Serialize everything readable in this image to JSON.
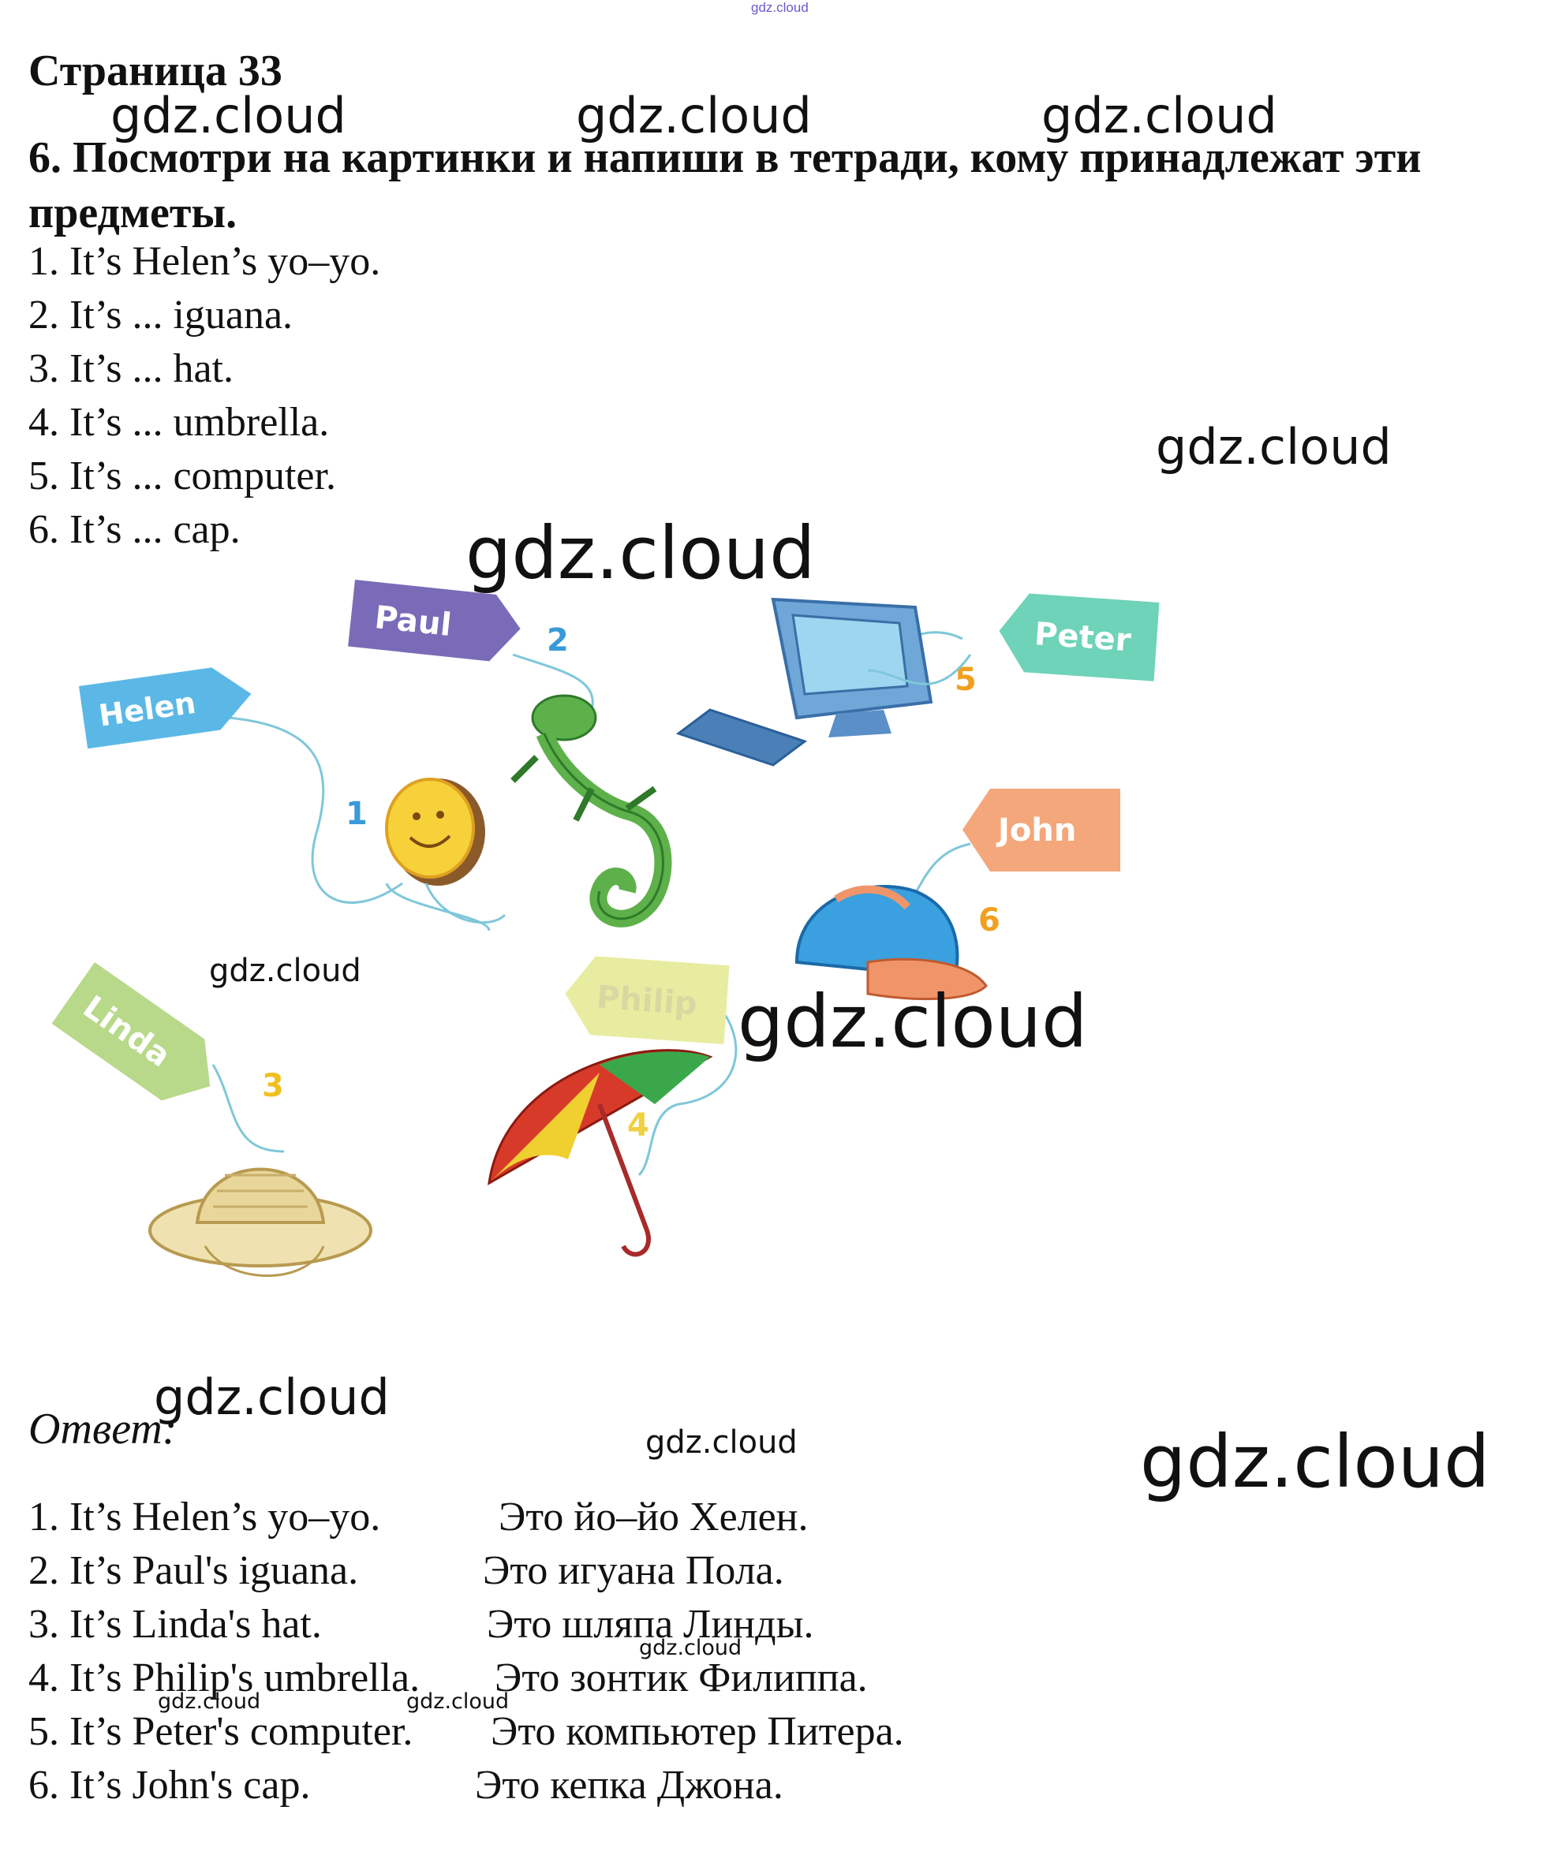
{
  "top_watermark": "gdz.cloud",
  "page_title": "Страница 33",
  "task": {
    "line1": "6. Посмотри на картинки и напиши в тетради, кому принадлежат эти",
    "line2": "предметы."
  },
  "exercise": [
    "1. It’s Helen’s yo–yo.",
    "2. It’s ... iguana.",
    "3. It’s ... hat.",
    "4. It’s ... umbrella.",
    "5. It’s ... computer.",
    "6. It’s ... cap."
  ],
  "illustration": {
    "tags": [
      {
        "name": "Helen",
        "number": "1",
        "color": "#5bb8e6",
        "number_color": "#3a9ad9"
      },
      {
        "name": "Paul",
        "number": "2",
        "color": "#7a6bb8",
        "number_color": "#3a9ad9"
      },
      {
        "name": "Linda",
        "number": "3",
        "color": "#b8d98a",
        "number_color": "#f0c020"
      },
      {
        "name": "Philip",
        "number": "4",
        "color": "#e8eca0",
        "number_color": "#f0d040"
      },
      {
        "name": "Peter",
        "number": "5",
        "color": "#6ed3b8",
        "number_color": "#f0a020"
      },
      {
        "name": "John",
        "number": "6",
        "color": "#f4a77a",
        "number_color": "#f0a020"
      }
    ],
    "objects": [
      "yo-yo",
      "iguana",
      "hat",
      "umbrella",
      "computer",
      "cap"
    ]
  },
  "answer_label": "Ответ:",
  "answers": [
    {
      "en": "1. It’s Helen’s yo–yo.",
      "ru": "Это йо–йо Хелен."
    },
    {
      "en": "2. It’s Paul's iguana.",
      "ru": "Это игуана Пола."
    },
    {
      "en": "3. It’s Linda's hat.",
      "ru": "Это шляпа Линды."
    },
    {
      "en": "4. It’s Philip's umbrella.",
      "ru": "Это зонтик Филиппа."
    },
    {
      "en": "5. It’s Peter's computer.",
      "ru": "Это компьютер Питера."
    },
    {
      "en": "6. It’s John's cap.",
      "ru": "Это кепка Джона."
    }
  ],
  "watermark": "gdz.cloud"
}
